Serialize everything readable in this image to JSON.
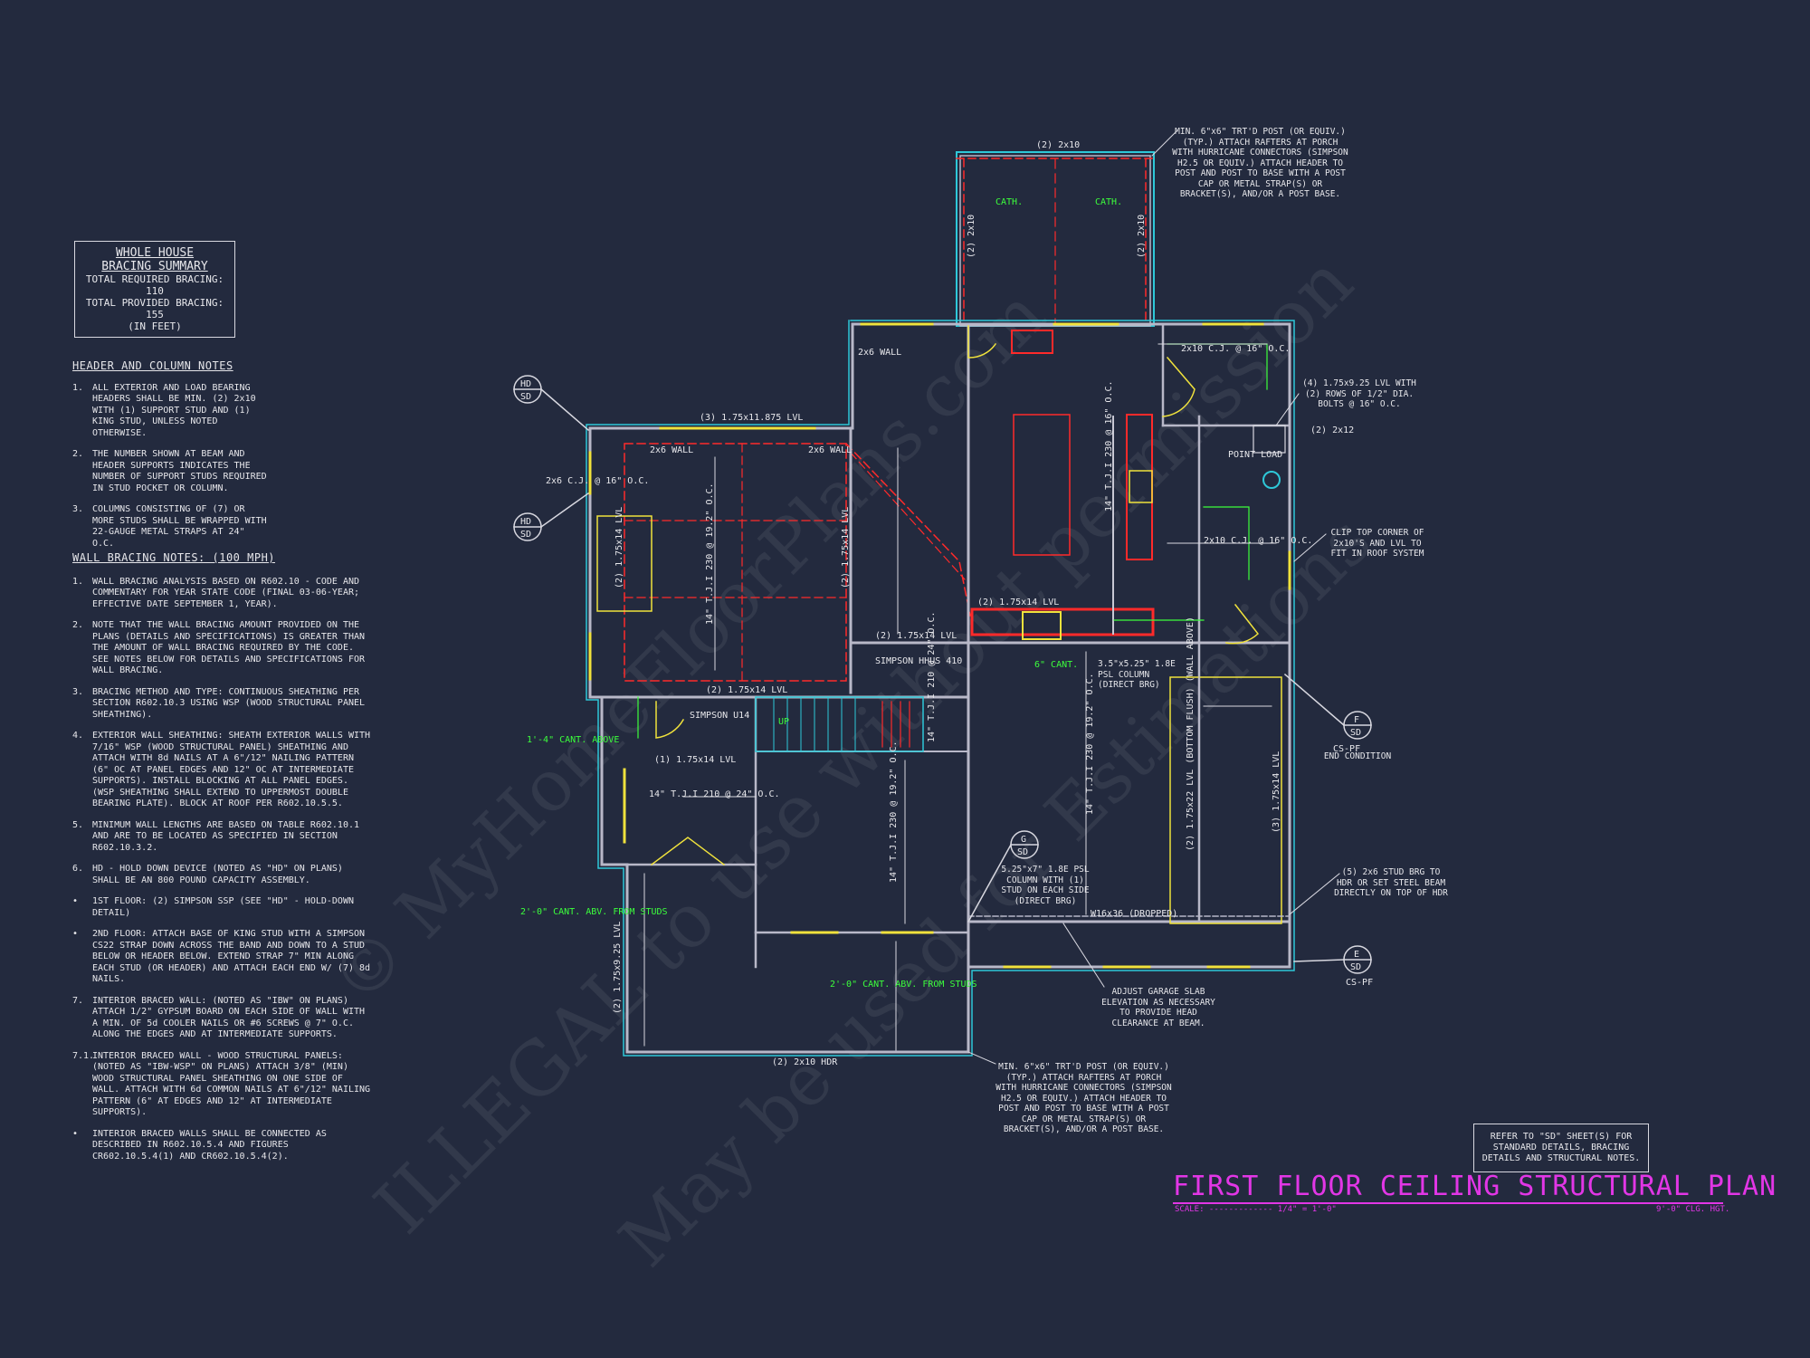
{
  "summary": {
    "title_line1": "WHOLE HOUSE",
    "title_line2": "BRACING SUMMARY",
    "required": "TOTAL REQUIRED BRACING: 110",
    "provided": "TOTAL PROVIDED BRACING: 155",
    "units": "(IN FEET)"
  },
  "header_notes": {
    "title": "HEADER AND COLUMN NOTES",
    "items": [
      {
        "num": "1.",
        "text": "ALL EXTERIOR AND LOAD BEARING HEADERS SHALL BE MIN. (2) 2x10 WITH (1) SUPPORT STUD AND (1) KING STUD, UNLESS NOTED OTHERWISE."
      },
      {
        "num": "2.",
        "text": "THE NUMBER SHOWN AT BEAM AND HEADER SUPPORTS INDICATES THE NUMBER OF SUPPORT STUDS REQUIRED IN STUD POCKET OR COLUMN."
      },
      {
        "num": "3.",
        "text": "COLUMNS CONSISTING OF (7) OR MORE STUDS SHALL BE WRAPPED WITH 22-GAUGE METAL STRAPS AT 24\" O.C."
      }
    ]
  },
  "bracing_notes": {
    "title": "WALL BRACING NOTES: (100 MPH)",
    "items": [
      {
        "num": "1.",
        "text": "WALL BRACING ANALYSIS BASED ON R602.10 - CODE AND COMMENTARY FOR YEAR STATE CODE (FINAL 03-06-YEAR; EFFECTIVE DATE SEPTEMBER 1, YEAR)."
      },
      {
        "num": "2.",
        "text": "NOTE THAT THE WALL BRACING AMOUNT PROVIDED ON THE PLANS (DETAILS AND SPECIFICATIONS) IS GREATER THAN THE AMOUNT OF WALL BRACING REQUIRED BY THE CODE. SEE NOTES BELOW FOR DETAILS AND SPECIFICATIONS FOR WALL BRACING."
      },
      {
        "num": "3.",
        "text": "BRACING METHOD AND TYPE: CONTINUOUS SHEATHING PER SECTION R602.10.3 USING WSP (WOOD STRUCTURAL PANEL SHEATHING)."
      },
      {
        "num": "4.",
        "text": "EXTERIOR WALL SHEATHING: SHEATH EXTERIOR WALLS WITH 7/16\" WSP (WOOD STRUCTURAL PANEL) SHEATHING AND ATTACH WITH 8d NAILS AT A 6\"/12\" NAILING PATTERN (6\" OC AT PANEL EDGES AND 12\" OC AT INTERMEDIATE SUPPORTS). INSTALL BLOCKING AT ALL PANEL EDGES. (WSP SHEATHING SHALL EXTEND TO UPPERMOST DOUBLE BEARING PLATE). BLOCK AT ROOF PER R602.10.5.5."
      },
      {
        "num": "5.",
        "text": "MINIMUM WALL LENGTHS ARE BASED ON TABLE R602.10.1 AND ARE TO BE LOCATED AS SPECIFIED IN SECTION R602.10.3.2."
      },
      {
        "num": "6.",
        "text": "HD - HOLD DOWN DEVICE (NOTED AS \"HD\" ON PLANS) SHALL BE AN 800 POUND CAPACITY ASSEMBLY."
      },
      {
        "num": "•",
        "text": "1ST FLOOR: (2) SIMPSON SSP (SEE \"HD\" - HOLD-DOWN DETAIL)"
      },
      {
        "num": "•",
        "text": "2ND FLOOR: ATTACH BASE OF KING STUD WITH A SIMPSON CS22 STRAP DOWN ACROSS THE BAND AND DOWN TO A STUD BELOW OR HEADER BELOW. EXTEND STRAP 7\" MIN ALONG EACH STUD (OR HEADER) AND ATTACH EACH END W/ (7) 8d NAILS."
      },
      {
        "num": "7.",
        "text": "INTERIOR BRACED WALL: (NOTED AS \"IBW\" ON PLANS) ATTACH 1/2\" GYPSUM BOARD ON EACH SIDE OF WALL WITH A MIN. OF 5d COOLER NAILS OR #6 SCREWS @ 7\" O.C. ALONG THE EDGES AND AT INTERMEDIATE SUPPORTS."
      },
      {
        "num": "7.1.",
        "text": "INTERIOR BRACED WALL - WOOD STRUCTURAL PANELS: (NOTED AS \"IBW-WSP\" ON PLANS) ATTACH 3/8\" (MIN) WOOD STRUCTURAL PANEL SHEATHING ON ONE SIDE OF WALL. ATTACH WITH 6d COMMON NAILS AT 6\"/12\" NAILING PATTERN (6\" AT EDGES AND 12\" AT INTERMEDIATE SUPPORTS)."
      },
      {
        "num": "•",
        "text": "INTERIOR BRACED WALLS SHALL BE CONNECTED AS DESCRIBED IN R602.10.5.4 AND FIGURES CR602.10.5.4(1) AND CR602.10.5.4(2)."
      }
    ]
  },
  "callouts": {
    "porch_post_top": "MIN. 6\"x6\" TRT'D POST (OR EQUIV.) (TYP.) ATTACH RAFTERS AT PORCH WITH HURRICANE CONNECTORS (SIMPSON H2.5 OR EQUIV.) ATTACH HEADER TO POST AND POST TO BASE WITH A POST CAP OR METAL STRAP(S) OR BRACKET(S), AND/OR A POST BASE.",
    "porch_post_bottom": "MIN. 6\"x6\" TRT'D POST (OR EQUIV.) (TYP.) ATTACH RAFTERS AT PORCH WITH HURRICANE CONNECTORS (SIMPSON H2.5 OR EQUIV.) ATTACH HEADER TO POST AND POST TO BASE WITH A POST CAP OR METAL STRAP(S) OR BRACKET(S), AND/OR A POST BASE.",
    "lvl_bolts": "(4) 1.75x9.25 LVL WITH (2) ROWS OF 1/2\" DIA. BOLTS @ 16\" O.C.",
    "clip_top": "CLIP TOP CORNER OF 2x10'S AND LVL TO FIT IN ROOF SYSTEM",
    "end_condition": "END CONDITION",
    "stud_brg": "(5) 2x6 STUD BRG TO HDR OR SET STEEL BEAM DIRECTLY ON TOP OF HDR",
    "garage_slab": "ADJUST GARAGE SLAB ELEVATION AS NECESSARY TO PROVIDE HEAD CLEARANCE AT BEAM.",
    "psl_column": "3.5\"x5.25\" 1.8E PSL COLUMN (DIRECT BRG)",
    "psl_column2": "5.25\"x7\" 1.8E PSL COLUMN WITH (1) STUD ON EACH SIDE (DIRECT BRG)",
    "refer": "REFER TO \"SD\" SHEET(S) FOR STANDARD DETAILS, BRACING DETAILS AND STRUCTURAL NOTES."
  },
  "plan": {
    "title": "FIRST FLOOR CEILING STRUCTURAL PLAN",
    "scale": "SCALE: ------------- 1/4\" = 1'-0\"",
    "ceiling": "9'-0\" CLG. HGT."
  },
  "labels": {
    "porch_top": "(2) 2x10",
    "cath": "CATH.",
    "porch_l": "(2) 2x10",
    "porch_r": "(2) 2x10",
    "lvl_top": "(3) 1.75x11.875 LVL",
    "wall_2x6": "2x6 WALL",
    "cj_left": "2x6 C.J. @ 16\" O.C.",
    "tji_230": "14\" T.J.I 230 @ 19.2\" O.C.",
    "tji_230b": "14\" T.J.I 230 @ 16\" O.C.",
    "lvl_175": "(2) 1.75x14 LVL",
    "simpson_410": "SIMPSON HHUS 410",
    "simpson_u14": "SIMPSON U14",
    "lvl_1_175": "(1) 1.75x14 LVL",
    "tji_210": "14\" T.J.I 210 @ 24\" O.C.",
    "cant_1_4": "1'-4\" CANT. ABOVE",
    "cant_2": "2'-0\" CANT. ABV. FROM STUDS",
    "cant_6": "6\" CANT.",
    "w_beam": "W16x36 (DROPPED)",
    "cj_2x10": "2x10 C.J. @ 16\" O.C.",
    "lvl_122": "(2) 1.75x22 LVL (BOTTOM FLUSH) (WALL ABOVE)",
    "lvl_3_175": "(3) 1.75x14 LVL",
    "hdr_2x10": "(2) 2x10 HDR",
    "lvl_925": "(2) 1.75x9.25 LVL",
    "point_load": "POINT LOAD",
    "two_2x12": "(2) 2x12",
    "up": "UP",
    "hd": "HD",
    "sd": "SD",
    "f": "F",
    "g": "G",
    "e": "E",
    "cs_pf": "CS-PF"
  },
  "watermark": {
    "line1": "© MyHomeFloorPlans.com",
    "line2": "ILLEGAL to use without permission",
    "line3": "May be used for Estimations"
  },
  "colors": {
    "background": "#232a3e",
    "wall": "#b8b8c8",
    "beam_red": "#ff2a2a",
    "accent_green": "#3cff3c",
    "cyan": "#2ec8d8",
    "yellow": "#f0e23c",
    "title_magenta": "#e236e6"
  }
}
